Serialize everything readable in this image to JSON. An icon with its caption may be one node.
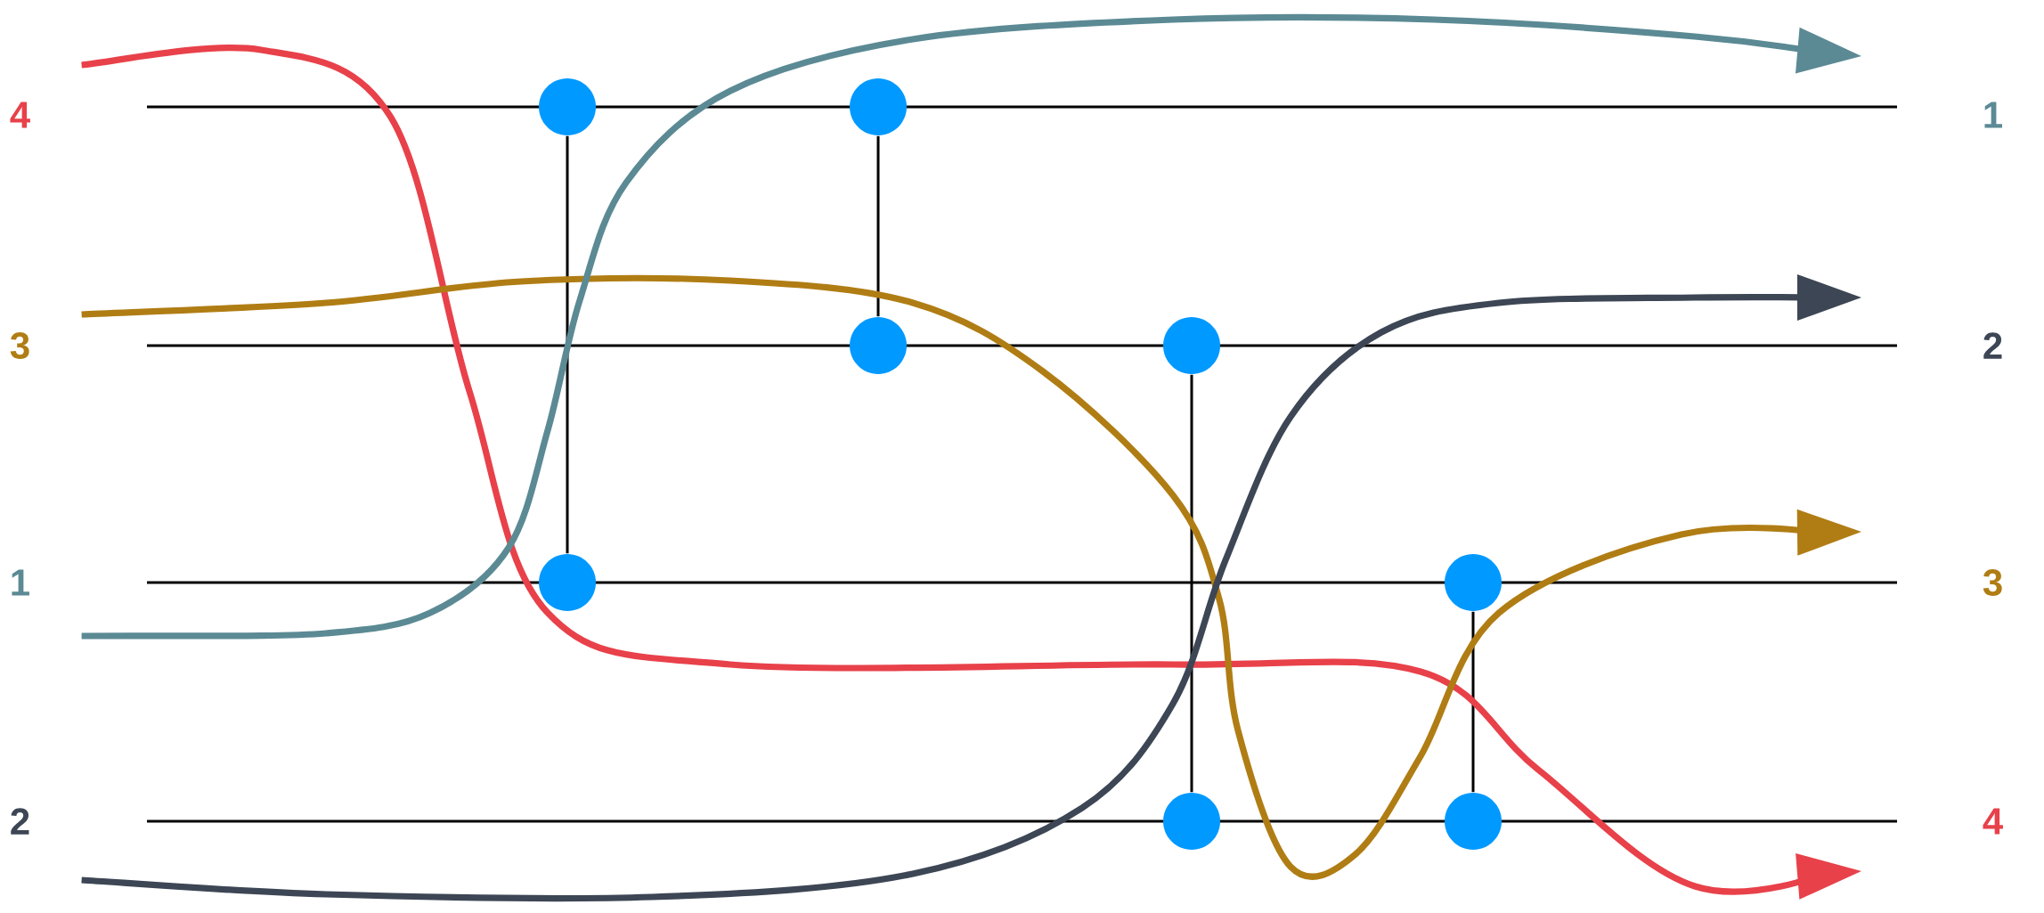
{
  "diagram": {
    "nodes": [
      {
        "text": [
          "4"
        ]
      },
      {
        "text": [
          "1"
        ]
      },
      {
        "text": [],
        "shape": "circle"
      },
      {
        "text": [],
        "shape": "circle"
      },
      {
        "text": [
          "3"
        ]
      },
      {
        "text": [],
        "shape": "circle"
      },
      {
        "text": [],
        "shape": "circle"
      },
      {
        "text": [
          "2"
        ]
      },
      {
        "text": [
          "1"
        ]
      },
      {
        "text": [],
        "shape": "circle"
      },
      {
        "text": [],
        "shape": "circle"
      },
      {
        "text": [
          "3"
        ]
      },
      {
        "text": [
          "2"
        ]
      },
      {
        "text": [],
        "shape": "circle"
      },
      {
        "text": [],
        "shape": "circle"
      },
      {
        "text": [
          "4"
        ]
      }
    ],
    "edges": [
      {
        "from": 2,
        "to": 9,
        "arrow": "none"
      },
      {
        "from": 3,
        "to": 5,
        "arrow": "none"
      },
      {
        "from": 6,
        "to": 13,
        "arrow": "none"
      },
      {
        "from": 10,
        "to": 14,
        "arrow": "none"
      },
      {
        "from": 0,
        "to": 15,
        "arrow": "to",
        "style": "thick",
        "color": "#e8414a"
      },
      {
        "from": 4,
        "to": 11,
        "arrow": "to",
        "style": "thick",
        "color": "#b07d14"
      },
      {
        "from": 8,
        "to": 1,
        "arrow": "to",
        "style": "thick",
        "color": "#5b8a94"
      },
      {
        "from": 12,
        "to": 7,
        "arrow": "to",
        "style": "thick",
        "color": "#3d4654"
      }
    ]
  }
}
